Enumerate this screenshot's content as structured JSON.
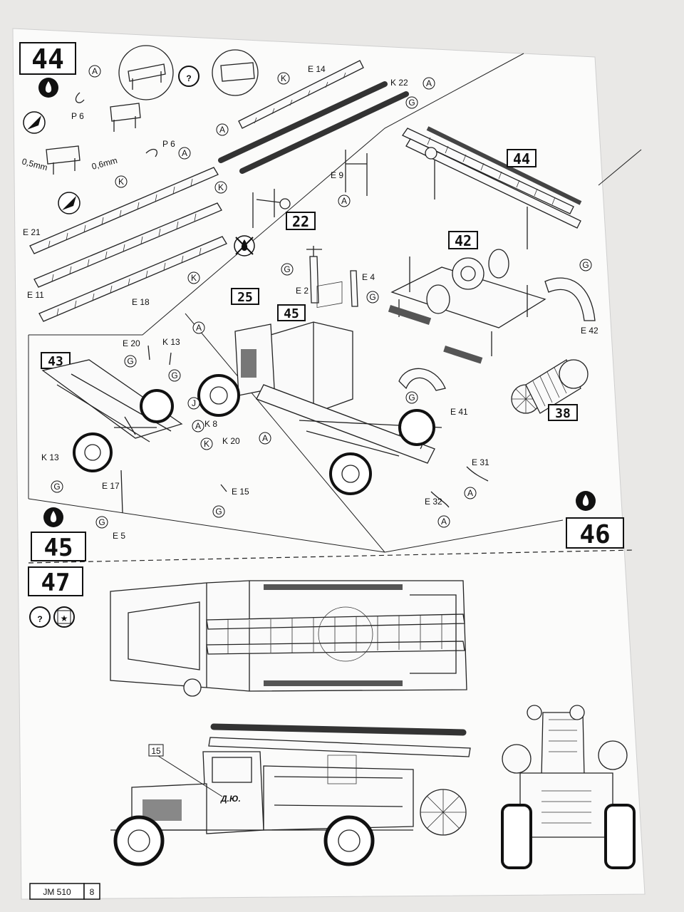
{
  "steps": {
    "s44": "44",
    "s44b": "44",
    "s22": "22",
    "s42": "42",
    "s43": "43",
    "s25": "25",
    "s45": "45",
    "s38": "38",
    "s46": "46",
    "s45b": "45",
    "s47": "47"
  },
  "dimensions": {
    "d1": "0,5mm",
    "d2": "0,6mm"
  },
  "parts": {
    "p6a": "P 6",
    "p6b": "P 6",
    "e14": "E 14",
    "k22": "K 22",
    "e9": "E 9",
    "e21": "E 21",
    "e11": "E 11",
    "e18": "E 18",
    "e2": "E 2",
    "e4": "E 4",
    "e42": "E 42",
    "e41": "E 41",
    "e20": "E 20",
    "k13a": "K 13",
    "k13b": "K 13",
    "k8": "K 8",
    "k20": "K 20",
    "e17": "E 17",
    "e5": "E 5",
    "e15": "E 15",
    "e31": "E 31",
    "e32": "E 32"
  },
  "colors": {
    "A": "A",
    "G": "G",
    "K": "K",
    "J": "J"
  },
  "icons": {
    "help": "?",
    "decal": "★"
  },
  "decal_number": "15",
  "door_lettering": "Д.Ю.",
  "footer": {
    "code": "JM 510",
    "page": "8"
  },
  "palette": {
    "paper": "#fafafa",
    "ink": "#111111",
    "background": "#e9e8e6"
  }
}
